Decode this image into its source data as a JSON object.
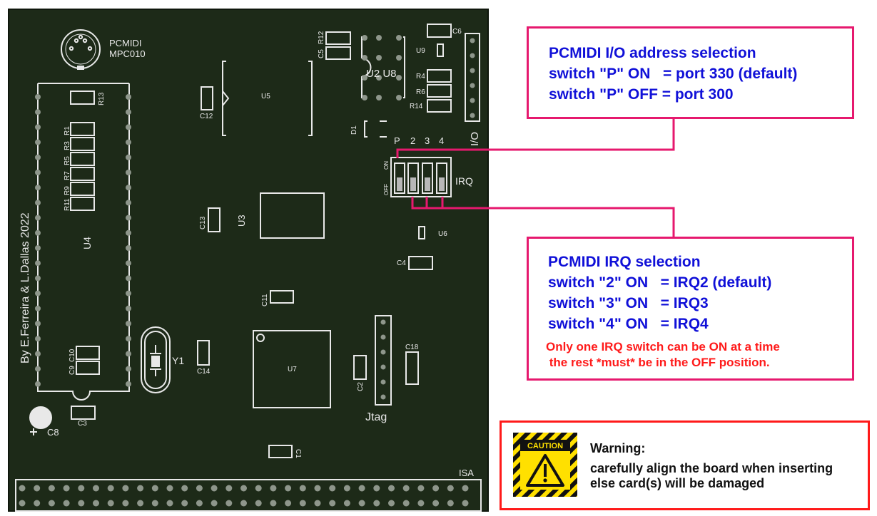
{
  "board": {
    "logo_title": "PCMIDI",
    "logo_model": "MPC010",
    "credit": "By E.Ferreira & L.Dallas 2022",
    "isa_label": "ISA",
    "io_label": "I/O",
    "irq_label": "IRQ",
    "jtag_label": "Jtag",
    "crystal_label": "Y1",
    "cap_c8_label": "C8",
    "switch_positions": [
      "P",
      "2",
      "3",
      "4"
    ],
    "switch_on": "ON",
    "switch_off": "OFF",
    "chips": {
      "u2u8": "U2 U8",
      "u9": "U9",
      "u5": "U5",
      "u3": "U3",
      "u4": "U4",
      "u6": "U6",
      "u7": "U7"
    },
    "labels": {
      "r12": "R12",
      "c5": "C5",
      "c6": "C6",
      "r4": "R4",
      "r6": "R6",
      "r14": "R14",
      "r13": "R13",
      "r1": "R1",
      "r3": "R3",
      "r5": "R5",
      "r7": "R7",
      "r9": "R9",
      "r11": "R11",
      "c12": "C12",
      "d1": "D1",
      "c13": "C13",
      "c4": "C4",
      "c11": "C11",
      "c10": "C10",
      "c9": "C9",
      "c14": "C14",
      "c2": "C2",
      "c18": "C18",
      "c3": "C3",
      "c1": "C1"
    }
  },
  "address_callout": {
    "title": "PCMIDI I/O address selection",
    "line1": "switch \"P\" ON   = port 330 (default)",
    "line2": "switch \"P\" OFF = port 300"
  },
  "irq_callout": {
    "title": "PCMIDI IRQ selection",
    "line1": "switch \"2\" ON   = IRQ2 (default)",
    "line2": "switch \"3\" ON   = IRQ3",
    "line3": "switch \"4\" ON   = IRQ4",
    "note1": "Only one IRQ switch can be ON at a time",
    "note2": " the rest *must* be in the OFF position."
  },
  "warning": {
    "sign_text": "CAUTION",
    "heading": "Warning:",
    "line1": "carefully align the board when inserting",
    "line2": "else card(s) will be damaged"
  },
  "colors": {
    "pcb": "#1d2a18",
    "silkscreen": "#e8e8e8",
    "callout_border": "#e6196e",
    "callout_text": "#1010d8",
    "warning_red": "#ff1a1a",
    "caution_yellow": "#ffe000"
  }
}
